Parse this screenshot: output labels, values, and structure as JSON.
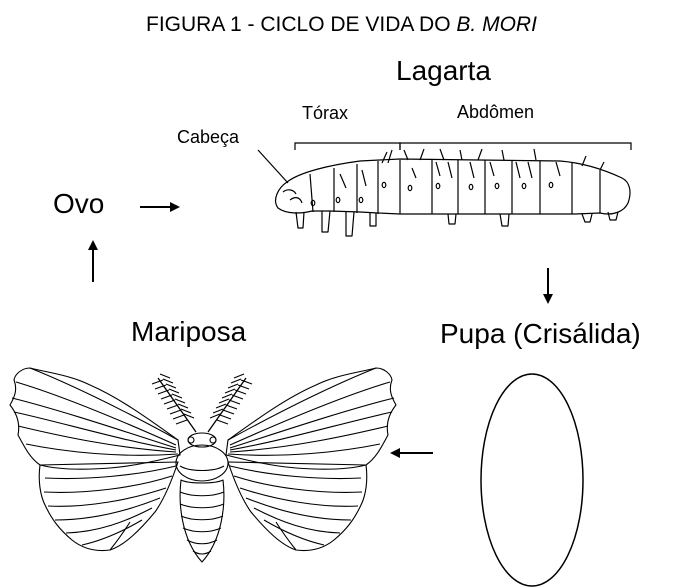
{
  "title": {
    "prefix": "FIGURA 1 - CICLO DE VIDA DO ",
    "species": "B. MORI"
  },
  "labels": {
    "lagarta": "Lagarta",
    "torax": "Tórax",
    "abdomen": "Abdômen",
    "cabeca": "Cabeça",
    "ovo": "Ovo",
    "mariposa": "Mariposa",
    "pupa": "Pupa (Crisálida)"
  },
  "colors": {
    "line": "#000000",
    "background": "#ffffff"
  }
}
